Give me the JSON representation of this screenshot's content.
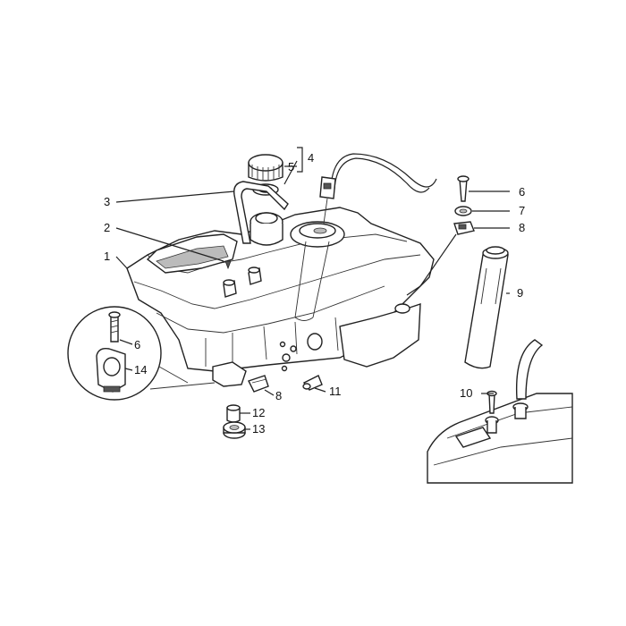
{
  "callouts": {
    "c1": "1",
    "c2": "2",
    "c3": "3",
    "c4": "4",
    "c5": "5",
    "c6a": "6",
    "c6b": "6",
    "c7": "7",
    "c8a": "8",
    "c8b": "8",
    "c9": "9",
    "c10": "10",
    "c11": "11",
    "c12": "12",
    "c13": "13",
    "c14": "14"
  },
  "colors": {
    "line": "#222222",
    "background": "#ffffff"
  }
}
